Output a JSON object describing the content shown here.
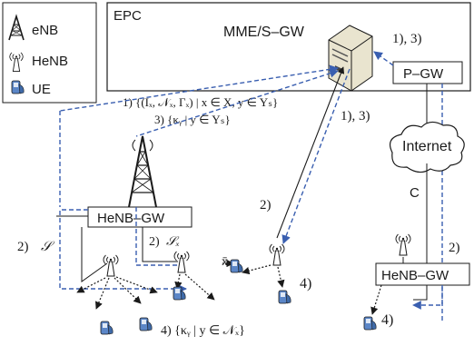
{
  "legend": {
    "items": [
      {
        "label": "eNB",
        "icon": "tower-icon"
      },
      {
        "label": "HeNB",
        "icon": "small-antenna-icon"
      },
      {
        "label": "UE",
        "icon": "phone-icon"
      }
    ]
  },
  "epc": {
    "title": "EPC",
    "mme_label": "MME/S–GW",
    "pgw_label": "P–GW"
  },
  "nodes": {
    "internet_label": "Internet",
    "c_label": "C",
    "henb_gw_left": "HeNB–GW",
    "henb_gw_right": "HeNB–GW"
  },
  "steps": {
    "s13_top": "1), 3)",
    "s13_mid": "1), 3)",
    "s1_full": "1) {(Iₓ, 𝒩ₓ, Γₓ) | x ∈ X, y ∈ Yₛ}",
    "s3_full": "3) {κᵧ | y ∈ Yₛ}",
    "s2_left": "2)",
    "s2_left_sym": "𝒮",
    "s2_mid": "2)",
    "s2_mid_sym": "𝒮ₓ",
    "s2_center": "2)",
    "s2_right": "2)",
    "x_label": "x̄",
    "s4_a": "4)",
    "s4_b": "4)",
    "s4_bottom": "4) {κᵧ | y ∈ 𝒩ₓ}"
  },
  "colors": {
    "dashed_blue": "#3a5fb0",
    "line_black": "#1a1a1a",
    "ue_blue": "#5b86c7"
  }
}
